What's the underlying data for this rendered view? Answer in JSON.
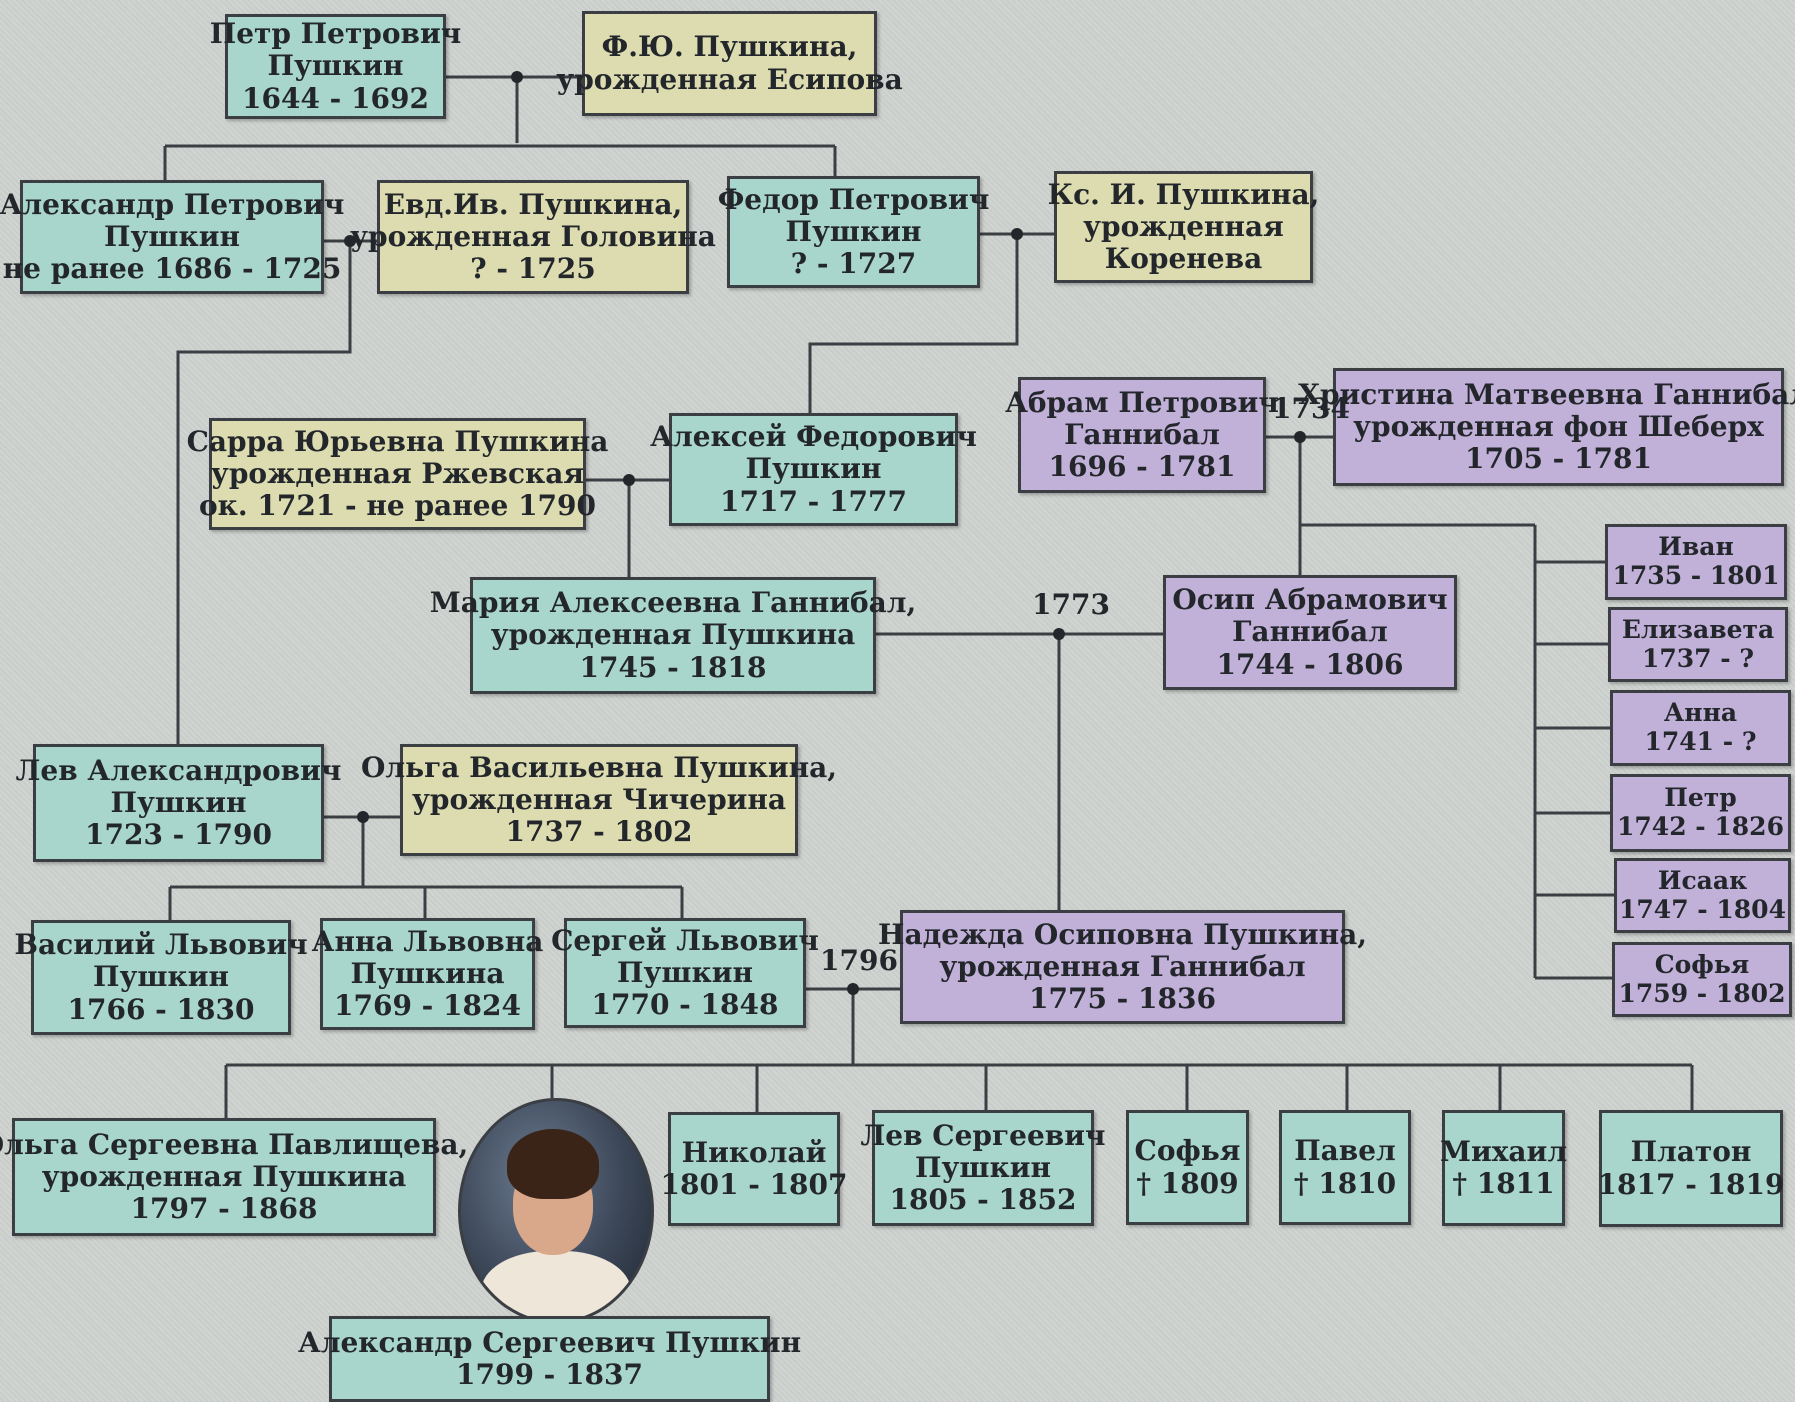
{
  "colors": {
    "teal": "#a9d6cc",
    "yellow": "#dcdcb0",
    "purple": "#c1b1d8",
    "line": "#3b3f44"
  },
  "persons": {
    "p_petr": {
      "lines": [
        "Петр Петрович",
        "Пушкин",
        "1644 - 1692"
      ]
    },
    "p_fyu": {
      "lines": [
        "Ф.Ю. Пушкина,",
        "урожденная Есипова"
      ]
    },
    "p_aleksandr": {
      "lines": [
        "Александр Петрович",
        "Пушкин",
        "не ранее 1686 - 1725"
      ]
    },
    "p_evd": {
      "lines": [
        "Евд.Ив. Пушкина,",
        "урожденная Головина",
        "? - 1725"
      ]
    },
    "p_fedor": {
      "lines": [
        "Федор Петрович",
        "Пушкин",
        "? - 1727"
      ]
    },
    "p_kse": {
      "lines": [
        "Кс. И. Пушкина,",
        "урожденная",
        "Коренева"
      ]
    },
    "p_sarra": {
      "lines": [
        "Сарра Юрьевна Пушкина",
        "урожденная Ржевская",
        "ок. 1721 - не ранее 1790"
      ]
    },
    "p_aleksey": {
      "lines": [
        "Алексей Федорович",
        "Пушкин",
        "1717 - 1777"
      ]
    },
    "p_abram": {
      "lines": [
        "Абрам Петрович",
        "Ганнибал",
        "1696 - 1781"
      ]
    },
    "p_khristina": {
      "lines": [
        "Христина Матвеевна Ганнибал,",
        "урожденная фон Шеберх",
        "1705 - 1781"
      ]
    },
    "p_mariya": {
      "lines": [
        "Мария Алексеевна Ганнибал,",
        "урожденная Пушкина",
        "1745 - 1818"
      ]
    },
    "p_osip": {
      "lines": [
        "Осип Абрамович",
        "Ганнибал",
        "1744 - 1806"
      ]
    },
    "p_ivan": {
      "lines": [
        "Иван",
        "1735 - 1801"
      ]
    },
    "p_elizaveta": {
      "lines": [
        "Елизавета",
        "1737 - ?"
      ]
    },
    "p_anna_g": {
      "lines": [
        "Анна",
        "1741 - ?"
      ]
    },
    "p_petr_g": {
      "lines": [
        "Петр",
        "1742 - 1826"
      ]
    },
    "p_isaak": {
      "lines": [
        "Исаак",
        "1747 - 1804"
      ]
    },
    "p_sofya_g": {
      "lines": [
        "Софья",
        "1759 - 1802"
      ]
    },
    "p_lev_a": {
      "lines": [
        "Лев Александрович",
        "Пушкин",
        "1723 - 1790"
      ]
    },
    "p_olga_v": {
      "lines": [
        "Ольга Васильевна Пушкина,",
        "урожденная Чичерина",
        "1737 - 1802"
      ]
    },
    "p_vasiliy": {
      "lines": [
        "Василий Львович",
        "Пушкин",
        "1766 - 1830"
      ]
    },
    "p_anna_l": {
      "lines": [
        "Анна Львовна",
        "Пушкина",
        "1769 - 1824"
      ]
    },
    "p_sergey": {
      "lines": [
        "Сергей Львович",
        "Пушкин",
        "1770 - 1848"
      ]
    },
    "p_nadezhda": {
      "lines": [
        "Надежда Осиповна Пушкина,",
        "урожденная Ганнибал",
        "1775 - 1836"
      ]
    },
    "p_olga_s": {
      "lines": [
        "Ольга Сергеевна Павлищева,",
        "урожденная Пушкина",
        "1797 - 1868"
      ]
    },
    "p_nikolay": {
      "lines": [
        "Николай",
        "1801 - 1807"
      ]
    },
    "p_lev_s": {
      "lines": [
        "Лев Сергеевич",
        "Пушкин",
        "1805 - 1852"
      ]
    },
    "p_sofya_s": {
      "lines": [
        "Софья",
        "† 1809"
      ]
    },
    "p_pavel": {
      "lines": [
        "Павел",
        "† 1810"
      ]
    },
    "p_mikhail": {
      "lines": [
        "Михаил",
        "† 1811"
      ]
    },
    "p_platon": {
      "lines": [
        "Платон",
        "1817 - 1819"
      ]
    },
    "p_asp": {
      "lines": [
        "Александр Сергеевич Пушкин",
        "1799 - 1837"
      ]
    }
  },
  "marriage_years": {
    "y1734": "1734",
    "y1773": "1773",
    "y1796": "1796"
  },
  "portrait": {
    "subject_icon": "portrait-image"
  }
}
